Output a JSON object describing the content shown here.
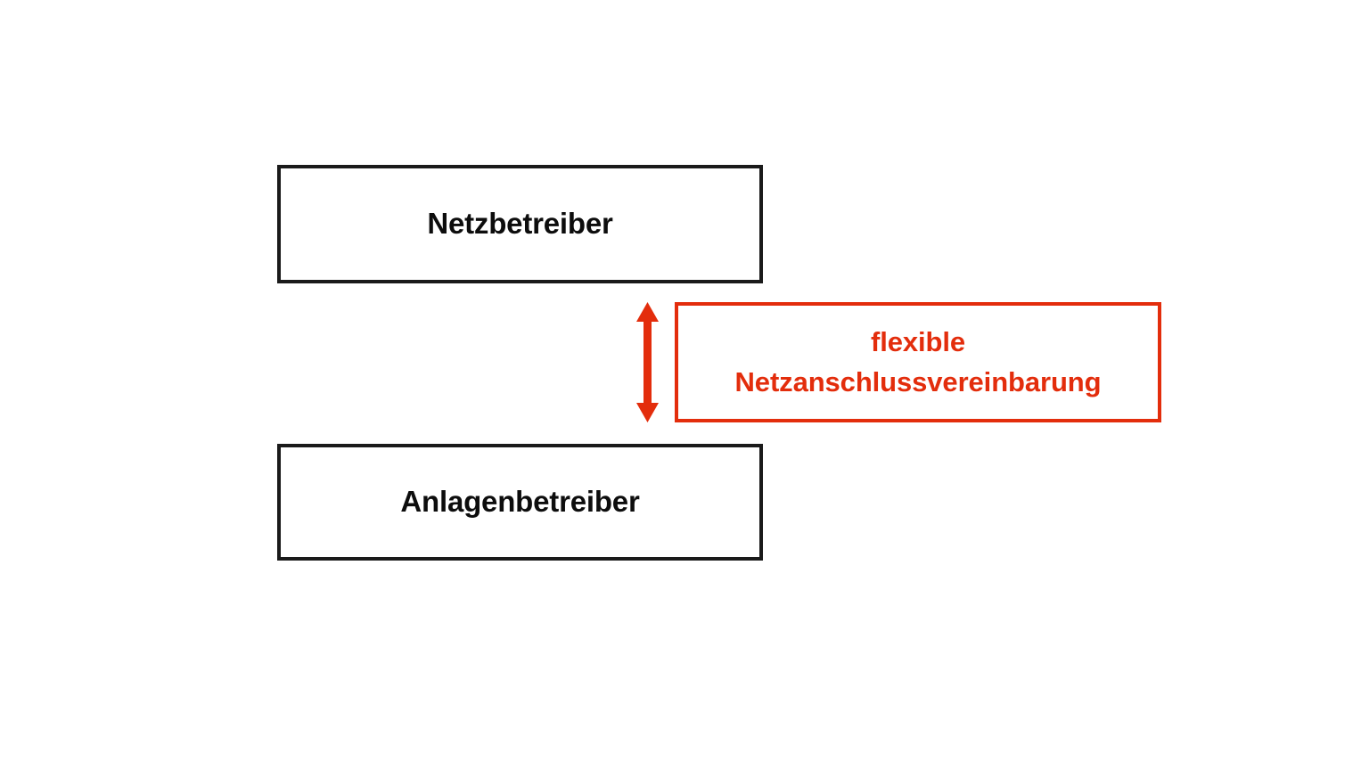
{
  "diagram": {
    "title_text": "",
    "background_color": "#ffffff",
    "accent_color": "#e32d0c",
    "outline_color": "#1a1a1a",
    "nodes": [
      {
        "id": "netzbetreiber",
        "label": "Netzbetreiber",
        "role": "entity-box",
        "border_color": "#1a1a1a",
        "text_color": "#0d0d0d"
      },
      {
        "id": "anlagenbetreiber",
        "label": "Anlagenbetreiber",
        "role": "entity-box",
        "border_color": "#1a1a1a",
        "text_color": "#0d0d0d"
      }
    ],
    "annotation": {
      "id": "flexible-netzanschlussvereinbarung",
      "line1": "flexible",
      "line2": "Netzanschlussvereinbarung",
      "border_color": "#e32d0c",
      "text_color": "#e32d0c"
    },
    "connector": {
      "id": "bidirectional-arrow",
      "icon": "double-headed-vertical-arrow-icon",
      "color": "#e32d0c",
      "from": "netzbetreiber",
      "to": "anlagenbetreiber"
    }
  }
}
